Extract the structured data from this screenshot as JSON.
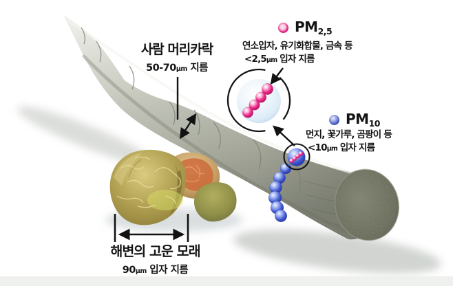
{
  "colors": {
    "pm25_accent": "#e5187d",
    "pm10_accent": "#3c4cb8"
  },
  "hair": {
    "title": "사람 머리카락",
    "size_value": "50-70",
    "size_unit": "µm",
    "size_suffix": "지름"
  },
  "pm25": {
    "name": "PM",
    "subscript": "2,5",
    "description": "연소입자, 유기화합물, 금속 등",
    "size_prefix": "<2,5",
    "size_unit": "µm",
    "size_suffix": "입자 지름"
  },
  "pm10": {
    "name": "PM",
    "subscript": "10",
    "description": "먼지, 꽃가루, 곰팡이 등",
    "size_prefix": "<10",
    "size_unit": "µm",
    "size_suffix": "입자 지름"
  },
  "sand": {
    "title": "해변의 고운 모래",
    "size_value": "90",
    "size_unit": "µm",
    "size_suffix": "입자 지름"
  }
}
